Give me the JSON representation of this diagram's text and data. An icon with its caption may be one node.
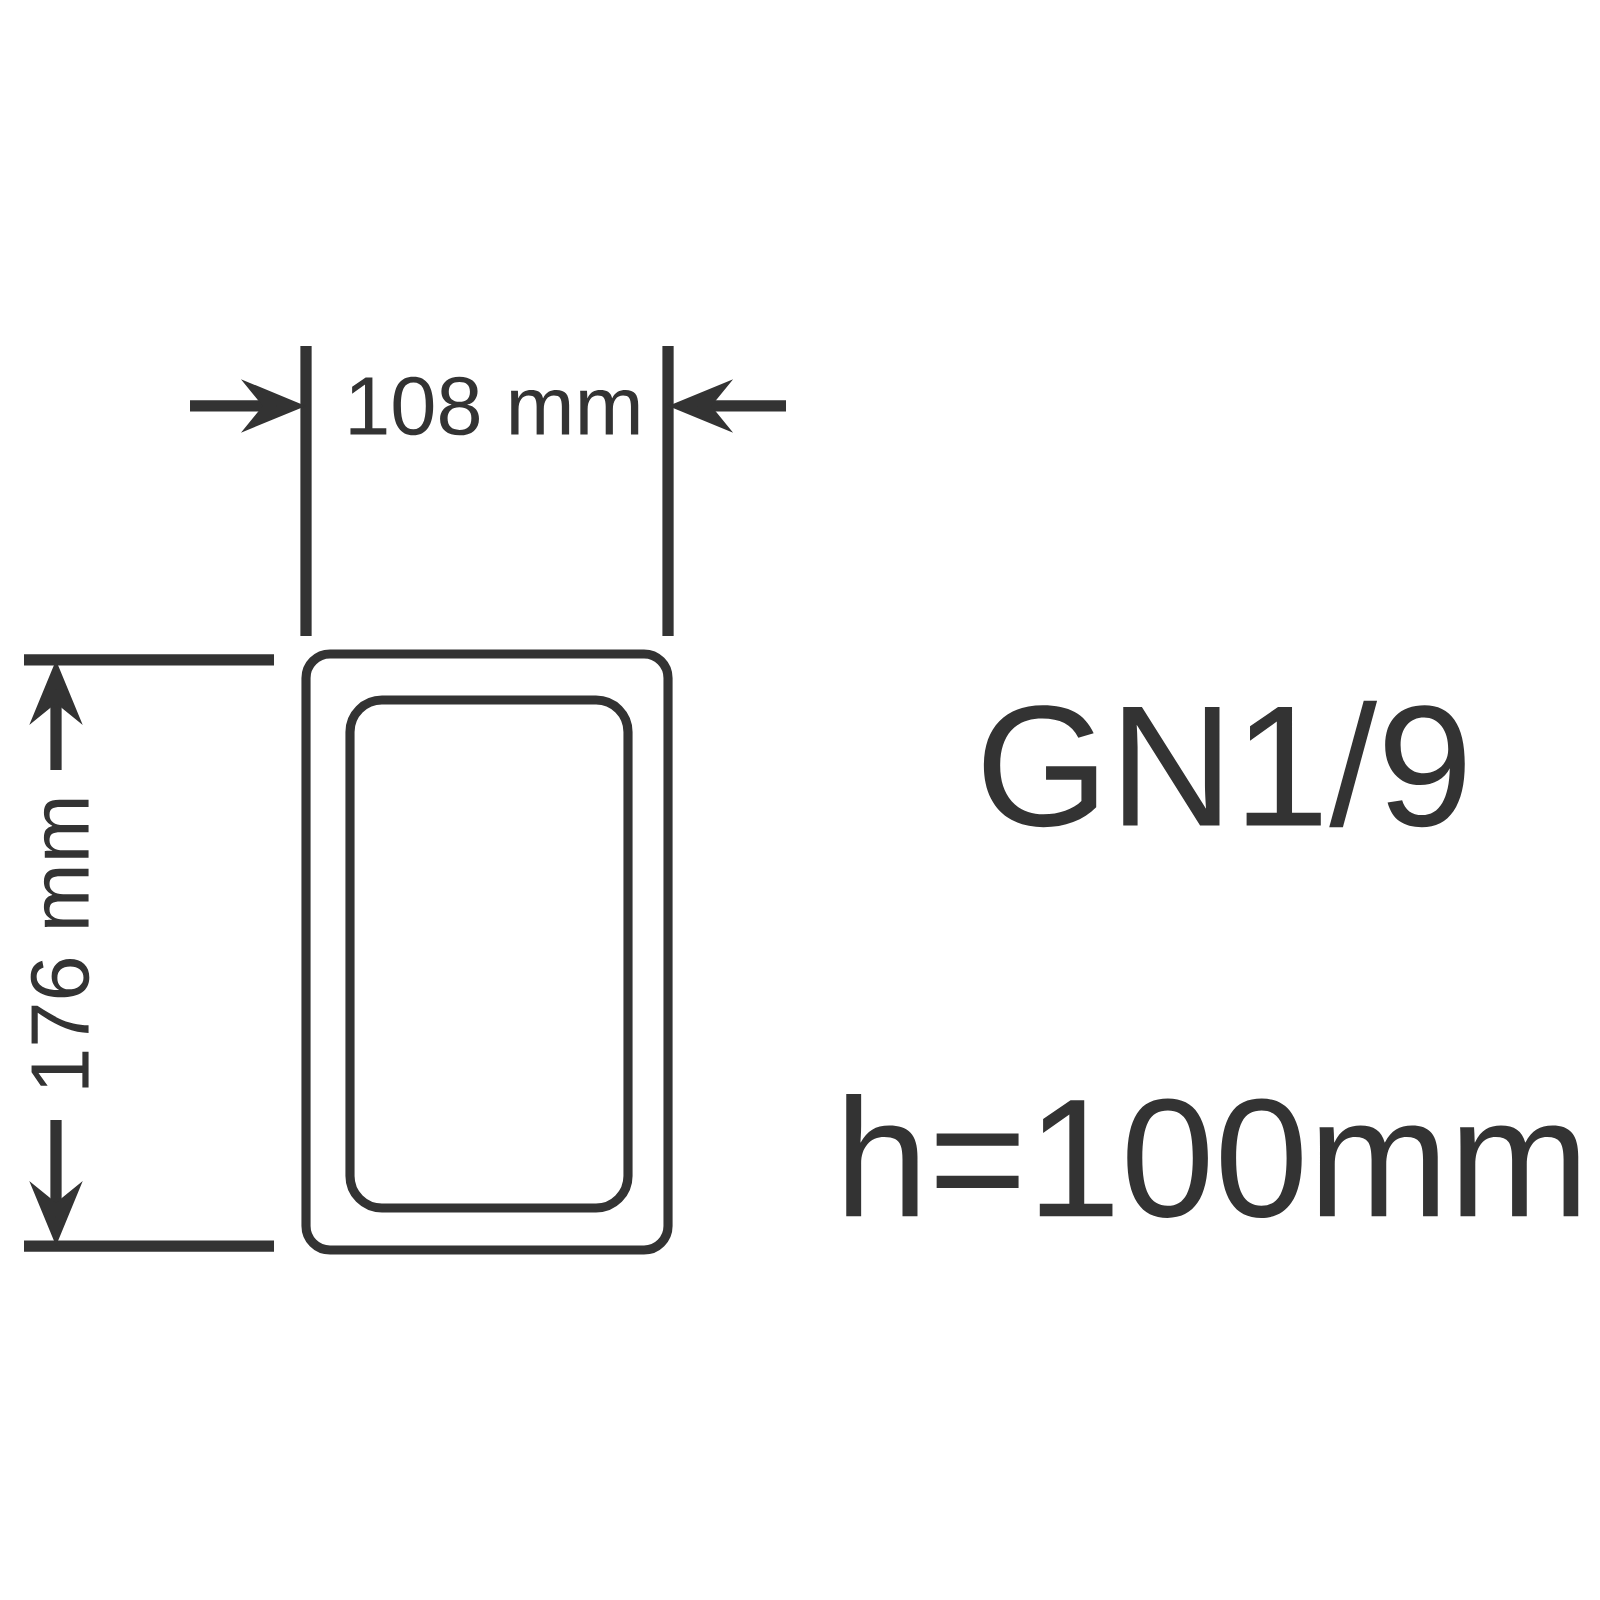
{
  "diagram": {
    "labels": [
      "108 mm",
      "176 mm",
      "GN1/9",
      "h=100mm"
    ]
  }
}
